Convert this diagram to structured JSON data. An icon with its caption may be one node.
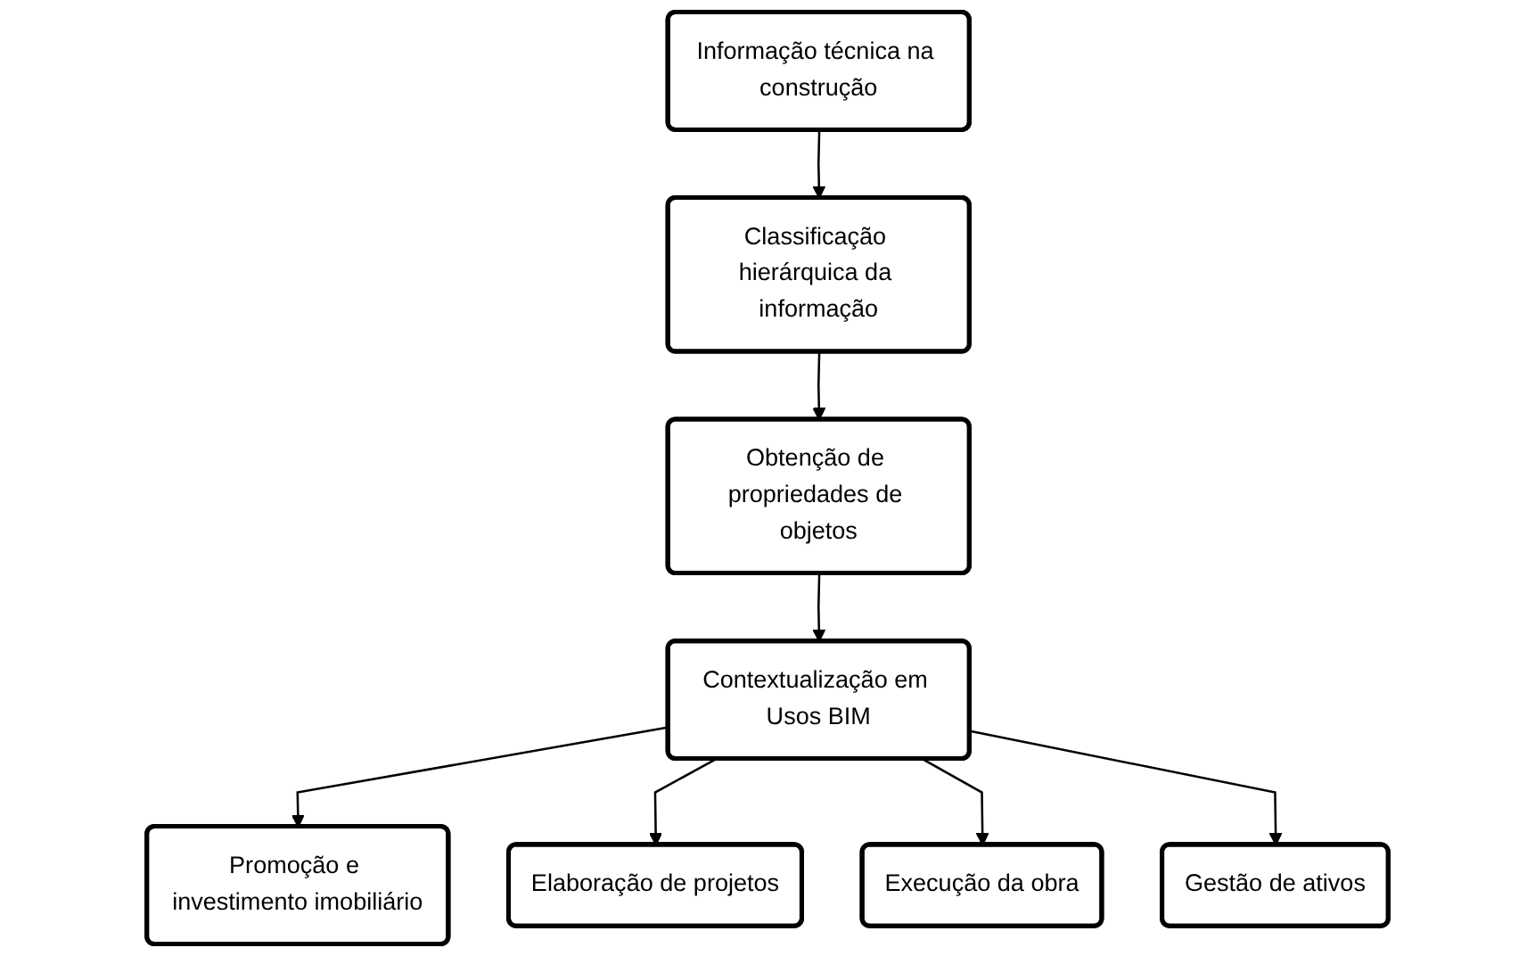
{
  "diagram": {
    "nodes": [
      {
        "text": [
          "Informação técnica na construção"
        ]
      },
      {
        "text": [
          "Classificação hierárquica da informação"
        ]
      },
      {
        "text": [
          "Obtenção de propriedades de objetos"
        ]
      },
      {
        "text": [
          "Contextualização em Usos BIM"
        ]
      },
      {
        "text": [
          "Promoção e investimento imobiliário"
        ]
      },
      {
        "text": [
          "Elaboração de projetos"
        ]
      },
      {
        "text": [
          "Execução da obra"
        ]
      },
      {
        "text": [
          "Gestão de ativos"
        ]
      }
    ],
    "edges": [
      {
        "from": 0,
        "to": 1,
        "arrow": "to"
      },
      {
        "from": 1,
        "to": 2,
        "arrow": "to"
      },
      {
        "from": 2,
        "to": 3,
        "arrow": "to"
      },
      {
        "from": 3,
        "to": 4,
        "arrow": "to"
      },
      {
        "from": 3,
        "to": 5,
        "arrow": "to"
      },
      {
        "from": 3,
        "to": 6,
        "arrow": "to"
      },
      {
        "from": 3,
        "to": 7,
        "arrow": "to"
      }
    ]
  }
}
